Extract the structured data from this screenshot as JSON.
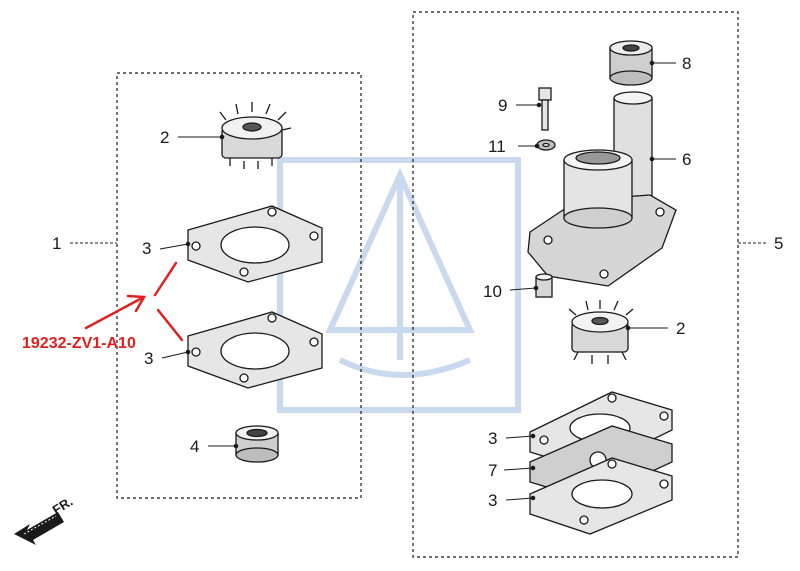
{
  "callouts": {
    "c1": "1",
    "c2_left": "2",
    "c3_left_top": "3",
    "c3_left_bottom": "3",
    "c4": "4",
    "c5": "5",
    "c6": "6",
    "c8": "8",
    "c9": "9",
    "c10": "10",
    "c11": "11",
    "c2_right": "2",
    "c3_right_top": "3",
    "c7": "7",
    "c3_right_bottom": "3"
  },
  "annotation": {
    "part_number": "19232-ZV1-A10",
    "color": "#e02020"
  },
  "direction": {
    "label": "FR."
  },
  "colors": {
    "line": "#1a1a1a",
    "watermark": "#c9d9ee"
  }
}
